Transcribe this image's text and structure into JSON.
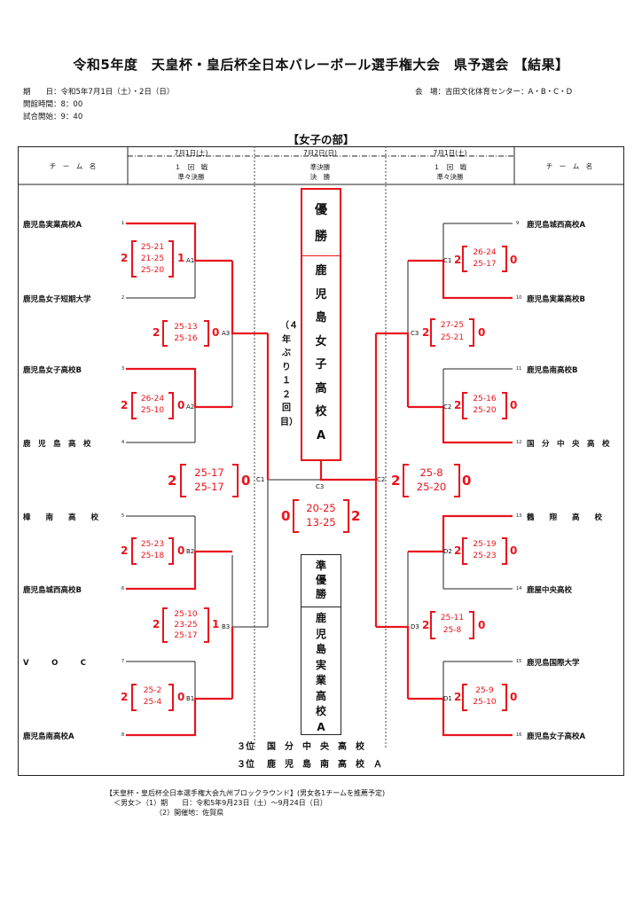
{
  "title": "令和5年度　天皇杯・皇后杯全日本バレーボール選手権大会　県予選会 【結果】",
  "info": {
    "date": "期　　日：令和5年7月1日（土）・2日（日）",
    "open": "開館時間：8：00",
    "start": "試合開始：9：40",
    "venue": "会　場：吉田文化体育センター：A・B・C・D"
  },
  "section": "【女子の部】",
  "header": {
    "team_name": "チ　ー　ム　名",
    "day1": "7月1日(土)",
    "day2": "7月2日(日)",
    "day1_right": "7月1日(土)",
    "rounds_side": "１　回　戦",
    "rounds_side2": "準々決勝",
    "rounds_mid": "準決勝",
    "rounds_mid2": "決　勝"
  },
  "left_teams": [
    {
      "name": "鹿児島実業高校A",
      "seed": "1"
    },
    {
      "name": "鹿児島女子短期大学",
      "seed": "2"
    },
    {
      "name": "鹿児島女子高校B",
      "seed": "3"
    },
    {
      "name": "鹿　児　島　高　校",
      "seed": "4"
    },
    {
      "name": "樟　　南　　高　　校",
      "seed": "5"
    },
    {
      "name": "鹿児島城西高校B",
      "seed": "6"
    },
    {
      "name": "V　　　O　　　C",
      "seed": "7"
    },
    {
      "name": "鹿児島南高校A",
      "seed": "8"
    }
  ],
  "right_teams": [
    {
      "name": "鹿児島城西高校A",
      "seed": "9"
    },
    {
      "name": "鹿児島実業高校B",
      "seed": "10"
    },
    {
      "name": "鹿児島南高校B",
      "seed": "11"
    },
    {
      "name": "国　分　中　央　高　校",
      "seed": "12"
    },
    {
      "name": "鶴　　翔　　高　　校",
      "seed": "13"
    },
    {
      "name": "鹿屋中央高校",
      "seed": "14"
    },
    {
      "name": "鹿児島国際大学",
      "seed": "15"
    },
    {
      "name": "鹿児島女子高校A",
      "seed": "16"
    }
  ],
  "matches": {
    "A1": {
      "label": "A1",
      "left": "2",
      "right": "1",
      "scores": [
        "25-21",
        "21-25",
        "25-20"
      ]
    },
    "A2": {
      "label": "A2",
      "left": "2",
      "right": "0",
      "scores": [
        "26-24",
        "25-10"
      ]
    },
    "A3": {
      "label": "A3",
      "left": "2",
      "right": "0",
      "scores": [
        "25-13",
        "25-16"
      ]
    },
    "B1": {
      "label": "B1",
      "left": "2",
      "right": "0",
      "scores": [
        "25-2",
        "25-4"
      ]
    },
    "B2": {
      "label": "B2",
      "left": "2",
      "right": "0",
      "scores": [
        "25-23",
        "25-18"
      ]
    },
    "B3": {
      "label": "B3",
      "left": "2",
      "right": "1",
      "scores": [
        "25-10",
        "23-25",
        "25-17"
      ]
    },
    "C1L": {
      "label": "C1",
      "left": "2",
      "right": "0",
      "scores": [
        "25-17",
        "25-17"
      ]
    },
    "C1R": {
      "label": "C1",
      "left": "2",
      "right": "0",
      "scores": [
        "26-24",
        "25-17"
      ]
    },
    "C2R": {
      "label": "C2",
      "left": "2",
      "right": "0",
      "scores": [
        "25-16",
        "25-20"
      ]
    },
    "C3R": {
      "label": "C3",
      "left": "2",
      "right": "0",
      "scores": [
        "27-25",
        "25-21"
      ]
    },
    "C2": {
      "label": "C2",
      "left": "2",
      "right": "0",
      "scores": [
        "25-8",
        "25-20"
      ]
    },
    "D1": {
      "label": "D1",
      "left": "2",
      "right": "0",
      "scores": [
        "25-9",
        "25-10"
      ]
    },
    "D2": {
      "label": "D2",
      "left": "2",
      "right": "0",
      "scores": [
        "25-19",
        "25-23"
      ]
    },
    "D3": {
      "label": "D3",
      "left": "2",
      "right": "0",
      "scores": [
        "25-11",
        "25-8"
      ]
    },
    "final": {
      "label": "C3",
      "left": "0",
      "right": "2",
      "scores": [
        "20-25",
        "13-25"
      ]
    }
  },
  "champion": {
    "title": "優勝",
    "team": "鹿児島女子高校A",
    "note": "（４年ぶり１２回目）"
  },
  "runner_up": {
    "title": "準優勝",
    "team": "鹿児島実業高校A"
  },
  "third": [
    {
      "rank": "３位",
      "name": "国　分　中　央　高　校"
    },
    {
      "rank": "３位",
      "name": "鹿　児　島　南　高　校　Ａ"
    }
  ],
  "footer": {
    "line1": "【天皇杯・皇后杯全日本選手権大会九州ブロックラウンド】(男女各1チームを推薦予定)",
    "line2": "＜男女＞（1）期　　日：令和5年9月23日（土）～9月24日（日）",
    "line3": "（2）開催地：佐賀県"
  }
}
